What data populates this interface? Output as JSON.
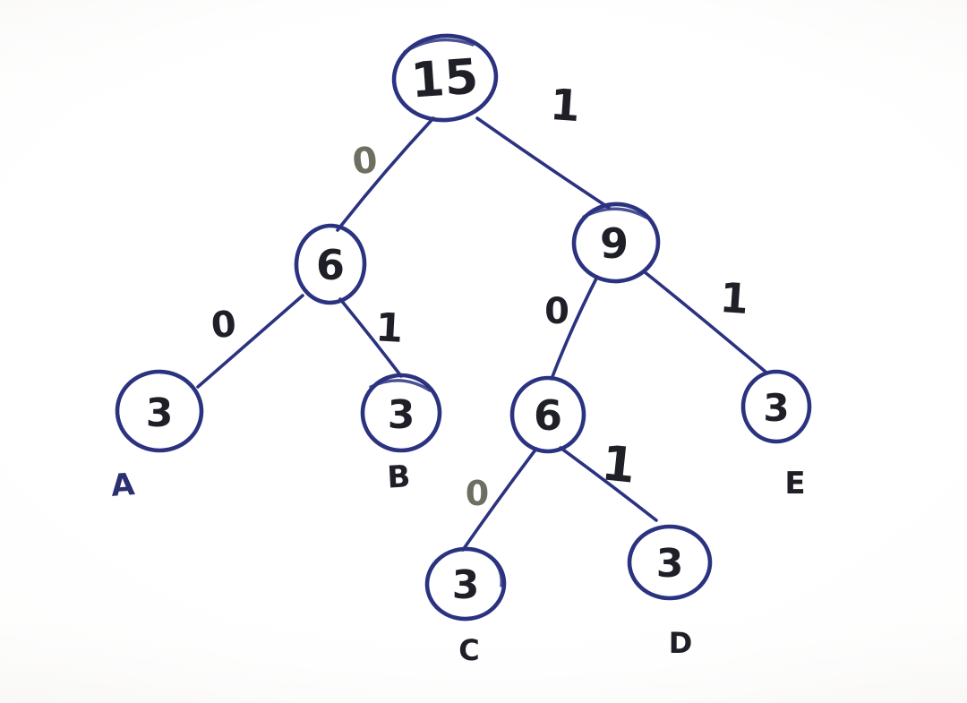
{
  "diagram": {
    "type": "huffman-coding-tree",
    "style": "hand-drawn",
    "colors": {
      "paper": "#fcfbfa",
      "ink": "#2b3380",
      "pen-black": "#1f1f28",
      "pen-gray": "#6e6e62"
    },
    "nodes": [
      {
        "id": "root",
        "value": "15"
      },
      {
        "id": "left-internal",
        "value": "6"
      },
      {
        "id": "right-internal",
        "value": "9"
      },
      {
        "id": "leaf-a",
        "value": "3",
        "letter": "A"
      },
      {
        "id": "leaf-b",
        "value": "3",
        "letter": "B"
      },
      {
        "id": "mid-internal",
        "value": "6"
      },
      {
        "id": "leaf-e",
        "value": "3",
        "letter": "E"
      },
      {
        "id": "leaf-c",
        "value": "3",
        "letter": "C"
      },
      {
        "id": "leaf-d",
        "value": "3",
        "letter": "D"
      }
    ],
    "edges": [
      {
        "from": "root",
        "to": "left-internal",
        "label": "0"
      },
      {
        "from": "root",
        "to": "right-internal",
        "label": "1"
      },
      {
        "from": "left-internal",
        "to": "leaf-a",
        "label": "0"
      },
      {
        "from": "left-internal",
        "to": "leaf-b",
        "label": "1"
      },
      {
        "from": "right-internal",
        "to": "mid-internal",
        "label": "0"
      },
      {
        "from": "right-internal",
        "to": "leaf-e",
        "label": "1"
      },
      {
        "from": "mid-internal",
        "to": "leaf-c",
        "label": "0"
      },
      {
        "from": "mid-internal",
        "to": "leaf-d",
        "label": "1"
      }
    ]
  }
}
